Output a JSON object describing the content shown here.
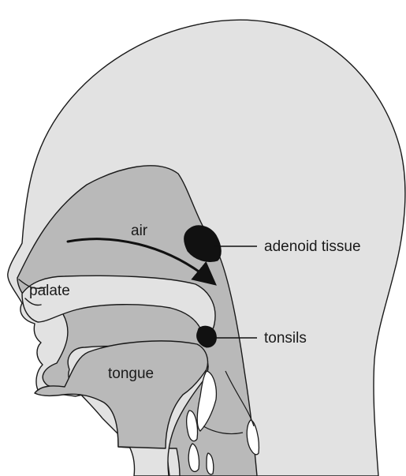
{
  "labels": {
    "air": "air",
    "palate": "palate",
    "tongue": "tongue",
    "adenoid": "adenoid tissue",
    "tonsils": "tonsils"
  },
  "colors": {
    "head_fill": "#e2e2e2",
    "cavity_fill": "#b9b9b9",
    "tissue_fill": "#111111",
    "outline": "#1a1a1a",
    "background": "#ffffff"
  }
}
